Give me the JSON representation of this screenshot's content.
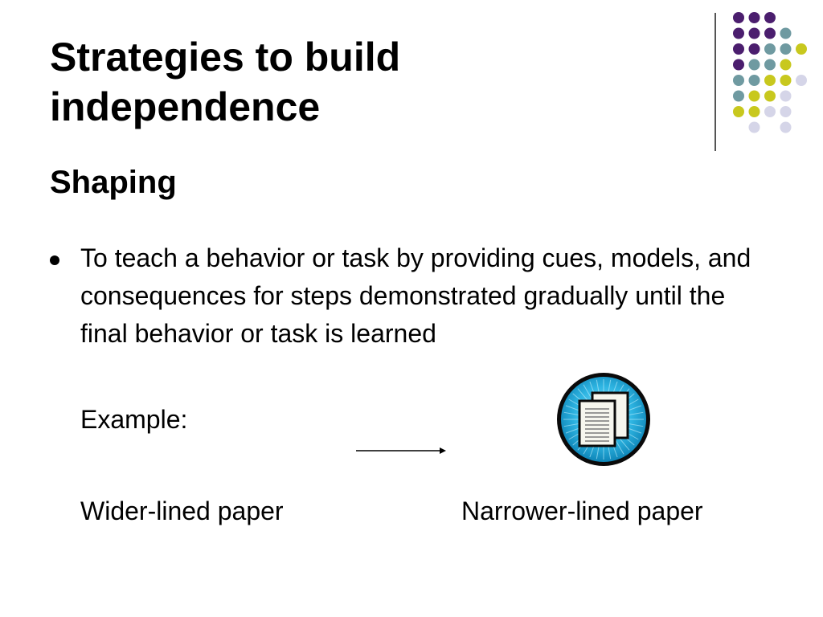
{
  "slide": {
    "title": "Strategies to build independence",
    "subtitle": "Shaping",
    "bullet": "To teach a behavior or task by providing cues, models, and consequences for steps demonstrated gradually until the final behavior or task is learned",
    "example_label": "Example:",
    "from_label": "Wider-lined paper",
    "to_label": "Narrower-lined paper",
    "icon": "documents-icon"
  },
  "colors": {
    "purple": "#4b1e6e",
    "teal": "#6f9aa1",
    "yellow": "#c8c81e",
    "lavender": "#d5d5e8",
    "icon_blue": "#1aa7d9"
  }
}
